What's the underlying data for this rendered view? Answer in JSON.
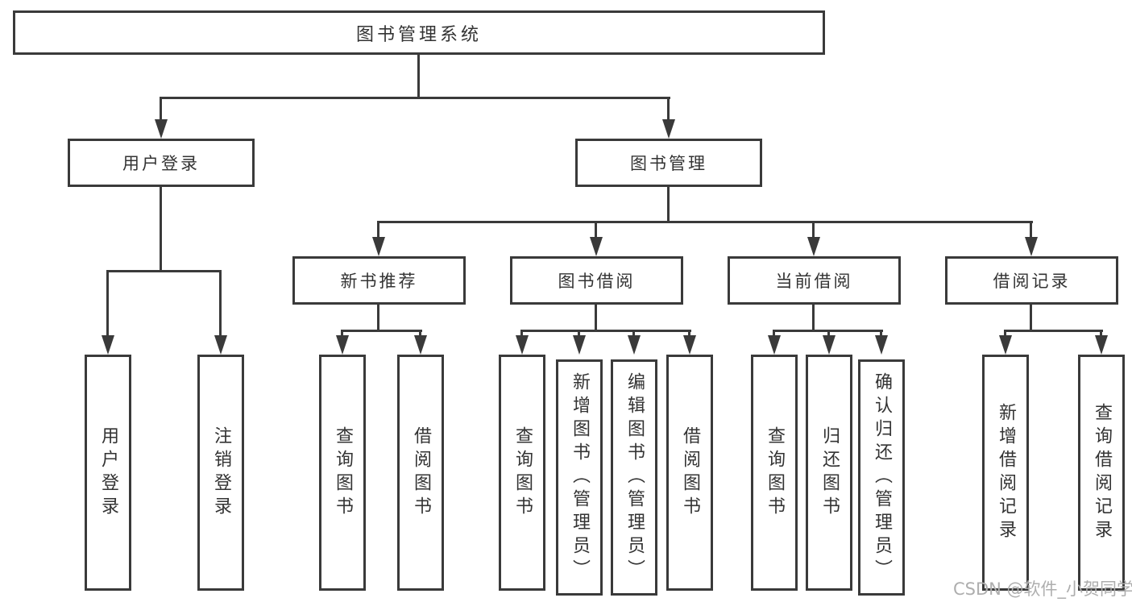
{
  "diagram_type": "functional-structure-tree",
  "nodes": {
    "root": "图书管理系统",
    "level2": {
      "user_login": "用户登录",
      "book_mgmt": "图书管理"
    },
    "level3": {
      "new_books": "新书推荐",
      "book_borrow": "图书借阅",
      "current_borrow": "当前借阅",
      "borrow_records": "借阅记录"
    },
    "level4": {
      "user_login": "用户登录",
      "logout": "注销登录",
      "nb_query": "查询图书",
      "nb_borrow": "借阅图书",
      "bb_query": "查询图书",
      "bb_add": "新增图书（管理员）",
      "bb_edit": "编辑图书（管理员）",
      "bb_borrow": "借阅图书",
      "cb_query": "查询图书",
      "cb_return": "归还图书",
      "cb_confirm": "确认归还（管理员）",
      "br_add": "新增借阅记录",
      "br_query": "查询借阅记录"
    }
  },
  "edges": [
    [
      "图书管理系统",
      "用户登录"
    ],
    [
      "图书管理系统",
      "图书管理"
    ],
    [
      "用户登录",
      "用户登录(叶)"
    ],
    [
      "用户登录",
      "注销登录"
    ],
    [
      "图书管理",
      "新书推荐"
    ],
    [
      "图书管理",
      "图书借阅"
    ],
    [
      "图书管理",
      "当前借阅"
    ],
    [
      "图书管理",
      "借阅记录"
    ],
    [
      "新书推荐",
      "查询图书"
    ],
    [
      "新书推荐",
      "借阅图书"
    ],
    [
      "图书借阅",
      "查询图书"
    ],
    [
      "图书借阅",
      "新增图书（管理员）"
    ],
    [
      "图书借阅",
      "编辑图书（管理员）"
    ],
    [
      "图书借阅",
      "借阅图书"
    ],
    [
      "当前借阅",
      "查询图书"
    ],
    [
      "当前借阅",
      "归还图书"
    ],
    [
      "当前借阅",
      "确认归还（管理员）"
    ],
    [
      "借阅记录",
      "新增借阅记录"
    ],
    [
      "借阅记录",
      "查询借阅记录"
    ]
  ],
  "watermark": "CSDN @软件_小贺同学",
  "colors": {
    "line": "#3a3a3a",
    "text": "#333333",
    "watermark": "#aeaeae",
    "background": "#ffffff"
  }
}
